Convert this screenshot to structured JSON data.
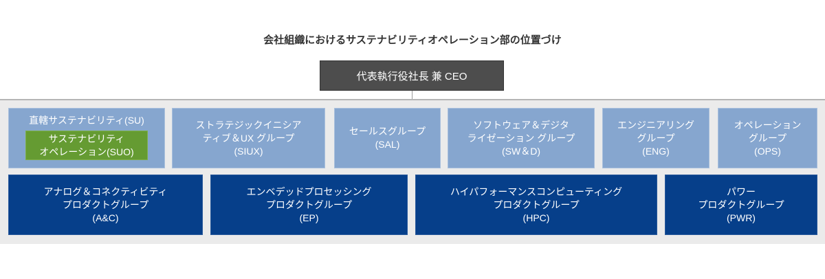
{
  "title": "会社組織におけるサステナビリティオペレーション部の位置づけ",
  "ceo": "代表執行役社長 兼 CEO",
  "top_row": [
    {
      "label": "直轄サステナビリティ(SU)",
      "sub": "サステナビリティ\nオペレーション(SUO)"
    },
    {
      "label": "ストラテジックイニシア\nティブ＆UX グループ\n(SIUX)"
    },
    {
      "label": "セールスグループ\n(SAL)"
    },
    {
      "label": "ソフトウェア＆デジタ\nライゼーション グループ\n(SW＆D)"
    },
    {
      "label": "エンジニアリング\nグループ\n(ENG)"
    },
    {
      "label": "オペレーション\nグループ\n(OPS)"
    }
  ],
  "bottom_row": [
    {
      "label": "アナログ＆コネクティビティ\nプロダクトグループ\n(A&C)"
    },
    {
      "label": "エンベデッドプロセッシング\nプロダクトグループ\n(EP)"
    },
    {
      "label": "ハイパフォーマンスコンピューティング\nプロダクトグループ\n(HPC)"
    },
    {
      "label": "パワー\nプロダクトグループ\n(PWR)"
    }
  ],
  "colors": {
    "ceo": "#4d4d4d",
    "group_light": "#86a6cf",
    "group_dark": "#063f8a",
    "highlight": "#659b32"
  }
}
